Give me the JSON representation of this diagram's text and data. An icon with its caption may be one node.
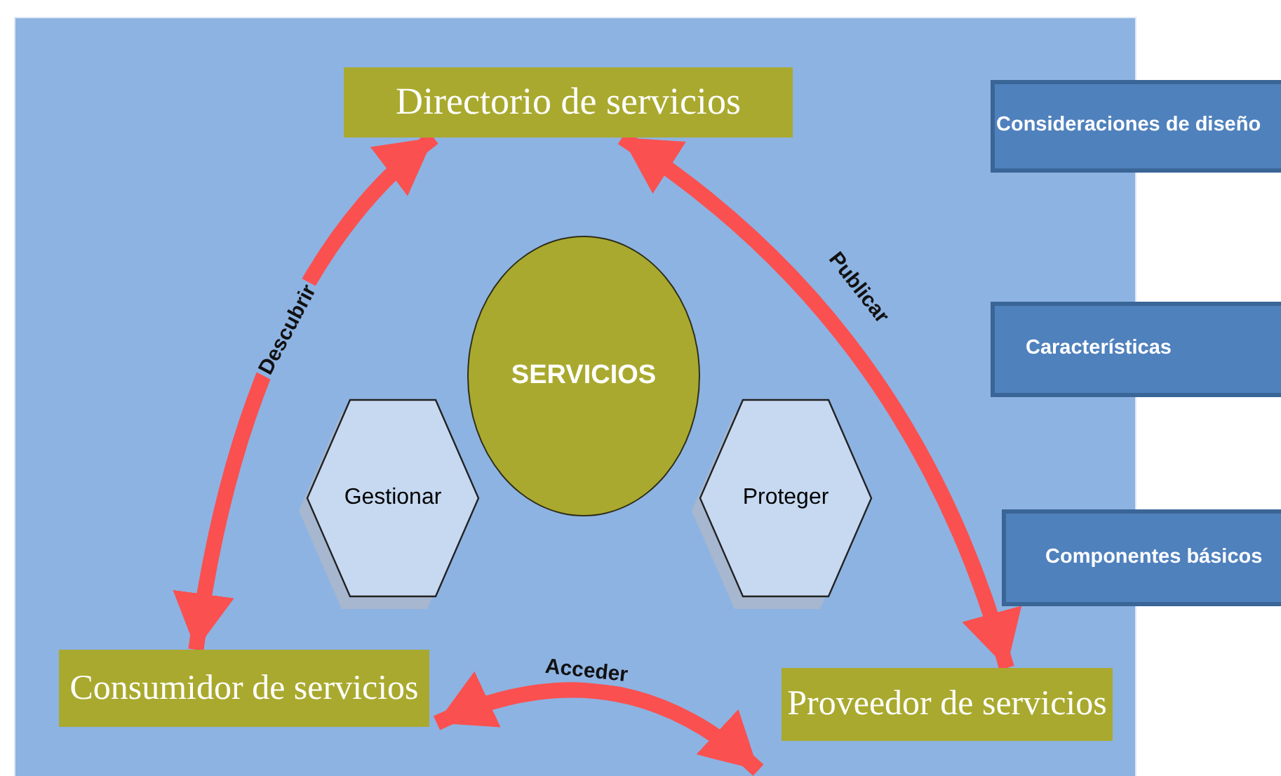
{
  "diagram": {
    "nodes": [
      {
        "text": [
          "Directorio de servicios"
        ]
      },
      {
        "text": [
          "SERVICIOS"
        ]
      },
      {
        "text": [
          "Gestionar"
        ]
      },
      {
        "text": [
          "Proteger"
        ]
      },
      {
        "text": [
          "Consumidor de servicios"
        ]
      },
      {
        "text": [
          "Proveedor de servicios"
        ]
      },
      {
        "text": [
          "Consideraciones de diseño"
        ]
      },
      {
        "text": [
          "Características"
        ]
      },
      {
        "text": [
          "Componentes básicos"
        ]
      }
    ],
    "edges": [
      {
        "from": 4,
        "to": 0,
        "arrow": "both",
        "label": "Descubrir"
      },
      {
        "from": 0,
        "to": 5,
        "arrow": "both",
        "label": "Publicar"
      },
      {
        "from": 4,
        "to": 5,
        "arrow": "both",
        "label": "Acceder"
      }
    ]
  }
}
